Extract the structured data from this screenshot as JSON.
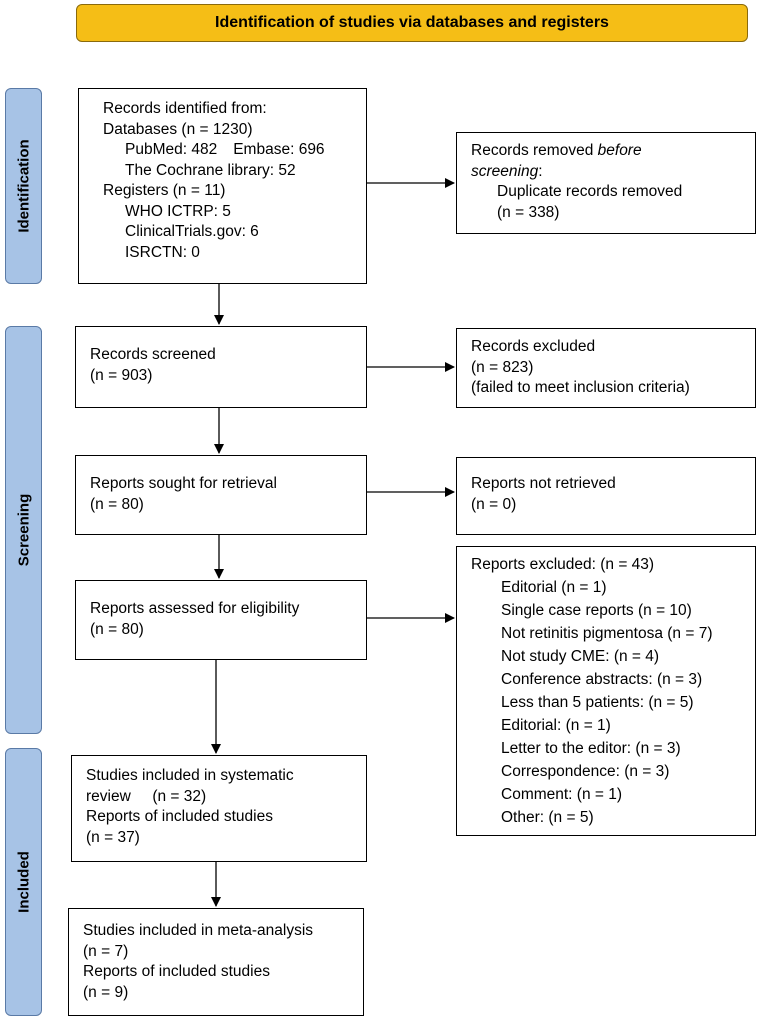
{
  "header": {
    "title": "Identification of studies via databases and registers"
  },
  "phases": {
    "identification": "Identification",
    "screening": "Screening",
    "included": "Included"
  },
  "records_identified": {
    "heading": "Records identified from:",
    "databases": "Databases (n = 1230)",
    "pubmed": "PubMed: 482",
    "embase": "Embase: 696",
    "cochrane": "The Cochrane library: 52",
    "registers": "Registers (n = 11)",
    "who": "WHO ICTRP: 5",
    "clinicaltrials": "ClinicalTrials.gov: 6",
    "isrctn": "ISRCTN: 0"
  },
  "records_removed": {
    "heading_plain": "Records removed ",
    "heading_italic_1": "before",
    "heading_italic_2": "screening",
    "heading_colon": ":",
    "duplicates": "Duplicate records removed",
    "count": "(n = 338)"
  },
  "records_screened": {
    "label": "Records screened",
    "count": "(n = 903)"
  },
  "records_excluded": {
    "label": "Records excluded",
    "count": "(n = 823)",
    "reason": "(failed to meet inclusion criteria)"
  },
  "reports_sought": {
    "label": "Reports sought for retrieval",
    "count": "(n = 80)"
  },
  "reports_not_retrieved": {
    "label": "Reports not retrieved",
    "count": "(n = 0)"
  },
  "reports_assessed": {
    "label": "Reports assessed for eligibility",
    "count": "(n = 80)"
  },
  "reports_excluded": {
    "heading": "Reports excluded: (n = 43)",
    "items": [
      "Editorial (n = 1)",
      "Single case reports (n = 10)",
      "Not retinitis pigmentosa (n = 7)",
      "Not study CME: (n = 4)",
      "Conference abstracts: (n = 3)",
      "Less than 5 patients: (n = 5)",
      "Editorial: (n = 1)",
      "Letter to the editor: (n = 3)",
      "Correspondence: (n = 3)",
      "Comment: (n = 1)",
      "Other: (n = 5)"
    ]
  },
  "studies_review": {
    "line1": "Studies included in systematic",
    "line2": "review     (n = 32)",
    "line3": "Reports of included studies",
    "line4": "(n = 37)"
  },
  "studies_meta": {
    "line1": "Studies included in meta-analysis",
    "line2": "(n = 7)",
    "line3": "Reports of included studies",
    "line4": "(n = 9)"
  }
}
